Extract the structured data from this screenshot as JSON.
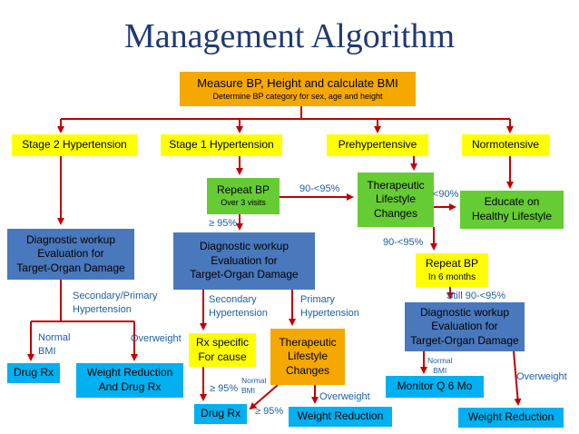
{
  "title": "Management Algorithm",
  "colors": {
    "title": "#1f3a73",
    "orange": "#f5a800",
    "yellow": "#ffff00",
    "green": "#66cc33",
    "blue": "#4a78bd",
    "cyan": "#00b0f0",
    "arrow": "#c00000",
    "label": "#1f5fa8"
  },
  "nodes": {
    "measure": {
      "title": "Measure BP, Height and calculate BMI",
      "subtitle": "Determine BP category for sex, age and height"
    },
    "stage2": "Stage 2 Hypertension",
    "stage1": "Stage 1 Hypertension",
    "prehyp": "Prehypertensive",
    "normo": "Normotensive",
    "repeat_bp_1": {
      "title": "Repeat BP",
      "subtitle": "Over 3 visits"
    },
    "tlc_1": {
      "line1": "Therapeutic",
      "line2": "Lifestyle",
      "line3": "Changes"
    },
    "educate": {
      "line1": "Educate on",
      "line2": "Healthy Lifestyle"
    },
    "diag_left": {
      "line1": "Diagnostic workup",
      "line2": "Evaluation for",
      "line3": "Target-Organ Damage"
    },
    "diag_mid": {
      "line1": "Diagnostic workup",
      "line2": "Evaluation for",
      "line3": "Target-Organ Damage"
    },
    "repeat_bp_2": {
      "title": "Repeat BP",
      "subtitle": "In 6 months"
    },
    "diag_right": {
      "line1": "Diagnostic workup",
      "line2": "Evaluation for",
      "line3": "Target-Organ Damage"
    },
    "drug_rx_left": "Drug Rx",
    "weight_drug": {
      "line1": "Weight Reduction",
      "line2": "And Drug Rx"
    },
    "rx_specific": {
      "line1": "Rx specific",
      "line2": "For cause"
    },
    "tlc_2": {
      "line1": "Therapeutic",
      "line2": "Lifestyle",
      "line3": "Changes"
    },
    "drug_rx_mid": "Drug Rx",
    "weight_mid": "Weight Reduction",
    "monitor": "Monitor Q 6 Mo",
    "weight_right": "Weight Reduction"
  },
  "labels": {
    "p90_95_top": "90-<95%",
    "lt90": "<90%",
    "ge95_1": "≥ 95%",
    "p90_95_mid": "90-<95%",
    "still": "Still 90-<95%",
    "secondary_primary": {
      "line1": "Secondary/Primary",
      "line2": "Hypertension"
    },
    "secondary": {
      "line1": "Secondary",
      "line2": "Hypertension"
    },
    "primary": {
      "line1": "Primary",
      "line2": "Hypertension"
    },
    "normal_bmi_left": {
      "line1": "Normal",
      "line2": "BMI"
    },
    "overweight_left": "Overweight",
    "ge95_2": "≥ 95%",
    "normal_bmi_mid": {
      "line1": "Normal",
      "line2": "BMI"
    },
    "ge95_3": "≥ 95%",
    "overweight_mid": "Overweight",
    "normal_bmi_right": {
      "line1": "Normal",
      "line2": "BMI"
    },
    "overweight_right": "Overweight"
  }
}
